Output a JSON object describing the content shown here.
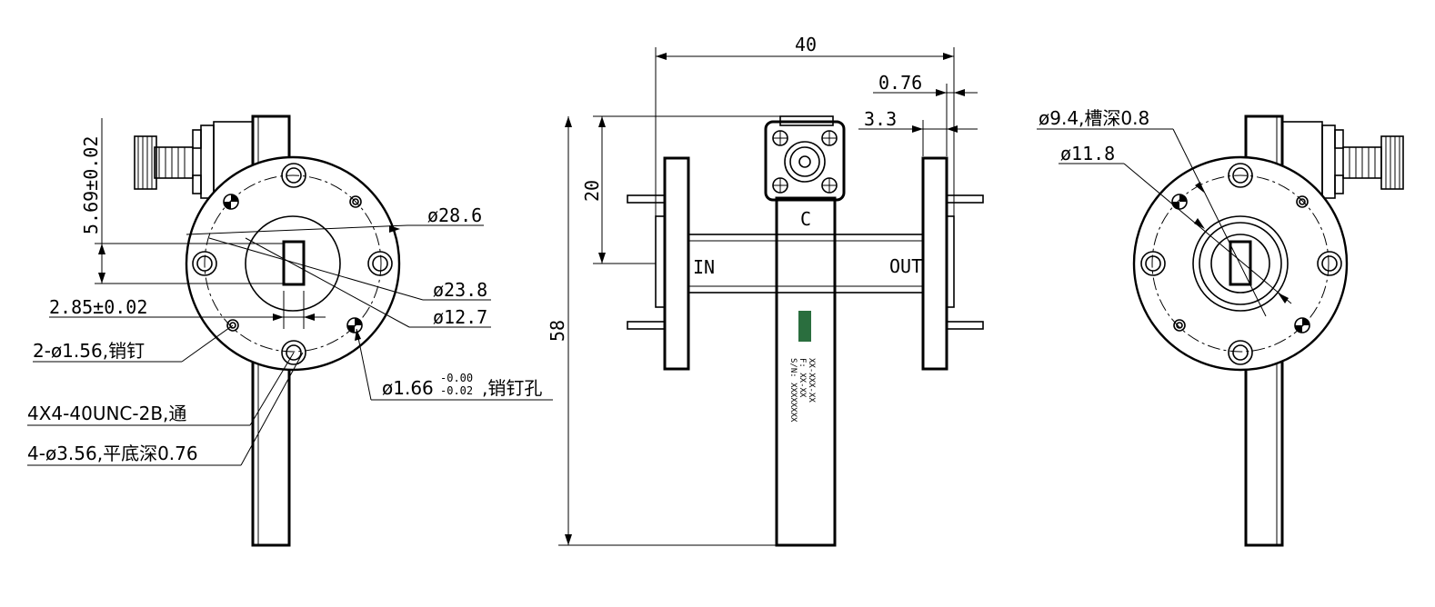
{
  "left_view": {
    "dim_offset_v": "5.69±0.02",
    "dim_offset_h": "2.85±0.02",
    "dia_28_6": "ø28.6",
    "dia_23_8": "ø23.8",
    "dia_12_7": "ø12.7",
    "pins": "2-ø1.56,销钉",
    "pin_hole_main": "ø1.66",
    "pin_hole_tol_upper": "-0.00",
    "pin_hole_tol_lower": "-0.02",
    "pin_hole_suffix": ",销钉孔",
    "thread": "4X4-40UNC-2B,通",
    "counterbore": "4-ø3.56,平底深0.76"
  },
  "center_view": {
    "width": "40",
    "flange_thk": "0.76",
    "flange_w": "3.3",
    "height_top": "20",
    "height_total": "58",
    "port_in": "IN",
    "port_out": "OUT",
    "port_c": "C",
    "label_line1": "XX-XXX-XX",
    "label_line2": "F: XX-XX",
    "label_line3": "S/N: XXXXXXXX"
  },
  "right_view": {
    "groove": "ø9.4,槽深0.8",
    "dia_11_8": "ø11.8"
  }
}
